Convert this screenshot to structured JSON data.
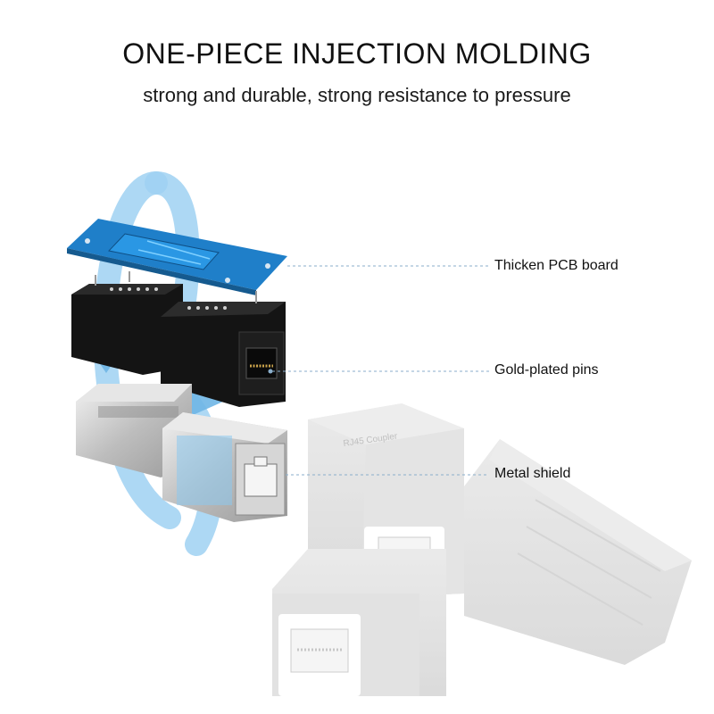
{
  "header": {
    "title": "ONE-PIECE INJECTION MOLDING",
    "subtitle": "strong and durable, strong resistance to pressure"
  },
  "callouts": [
    {
      "label": "Thicken PCB board"
    },
    {
      "label": "Gold-plated pins"
    },
    {
      "label": "Metal shield"
    }
  ],
  "product_print": {
    "coupler_label": "RJ45 Coupler"
  },
  "colors": {
    "pcb_blue": "#1f7fc9",
    "rotate_arrow": "#8cc8ef",
    "housing_black": "#141414",
    "shield_silver": "#c9c9c9",
    "product_ghost": "#d6d6d6",
    "leader_line": "#8aaecb"
  },
  "icons": [
    "rotation-arrow-icon"
  ]
}
